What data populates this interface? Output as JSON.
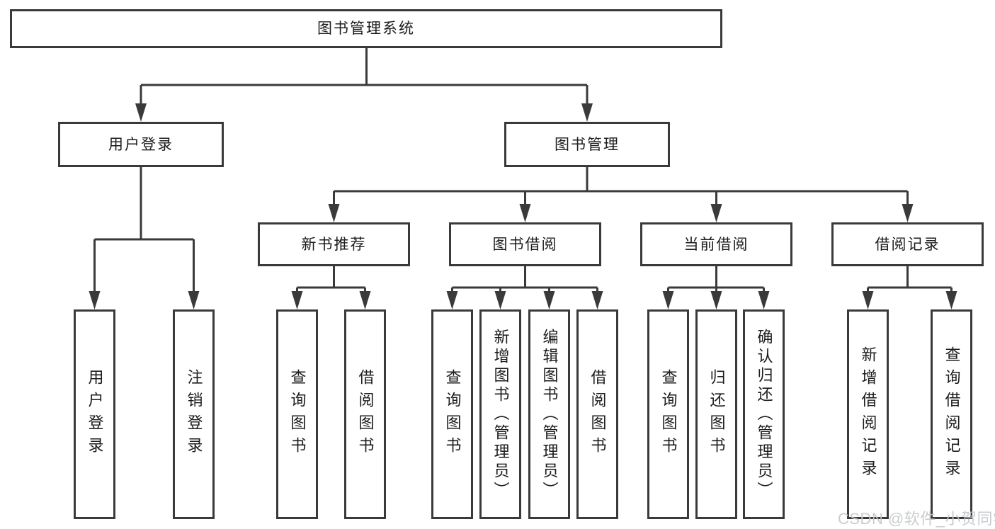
{
  "diagram": {
    "root": {
      "label": "图书管理系统"
    },
    "level2": [
      {
        "label": "用户登录"
      },
      {
        "label": "图书管理"
      }
    ],
    "level3": [
      {
        "label": "新书推荐"
      },
      {
        "label": "图书借阅"
      },
      {
        "label": "当前借阅"
      },
      {
        "label": "借阅记录"
      }
    ],
    "level4_groups": [
      {
        "items": [
          {
            "label": "用户登录"
          },
          {
            "label": "注销登录"
          }
        ]
      },
      {
        "items": [
          {
            "label": "查询图书"
          },
          {
            "label": "借阅图书"
          }
        ]
      },
      {
        "items": [
          {
            "label": "查询图书"
          },
          {
            "label": "新增图书（管理员）"
          },
          {
            "label": "编辑图书（管理员）"
          },
          {
            "label": "借阅图书"
          }
        ]
      },
      {
        "items": [
          {
            "label": "查询图书"
          },
          {
            "label": "归还图书"
          },
          {
            "label": "确认归还（管理员）"
          }
        ]
      },
      {
        "items": [
          {
            "label": "新增借阅记录"
          },
          {
            "label": "查询借阅记录"
          }
        ]
      }
    ]
  },
  "watermark": {
    "text": "CSDN @软件_小贺同学"
  },
  "colors": {
    "line": "#3a3a3a",
    "box_border": "#3a3a3a",
    "text": "#1c1c1c",
    "watermark": "#c5c8cb",
    "background": "#ffffff"
  }
}
